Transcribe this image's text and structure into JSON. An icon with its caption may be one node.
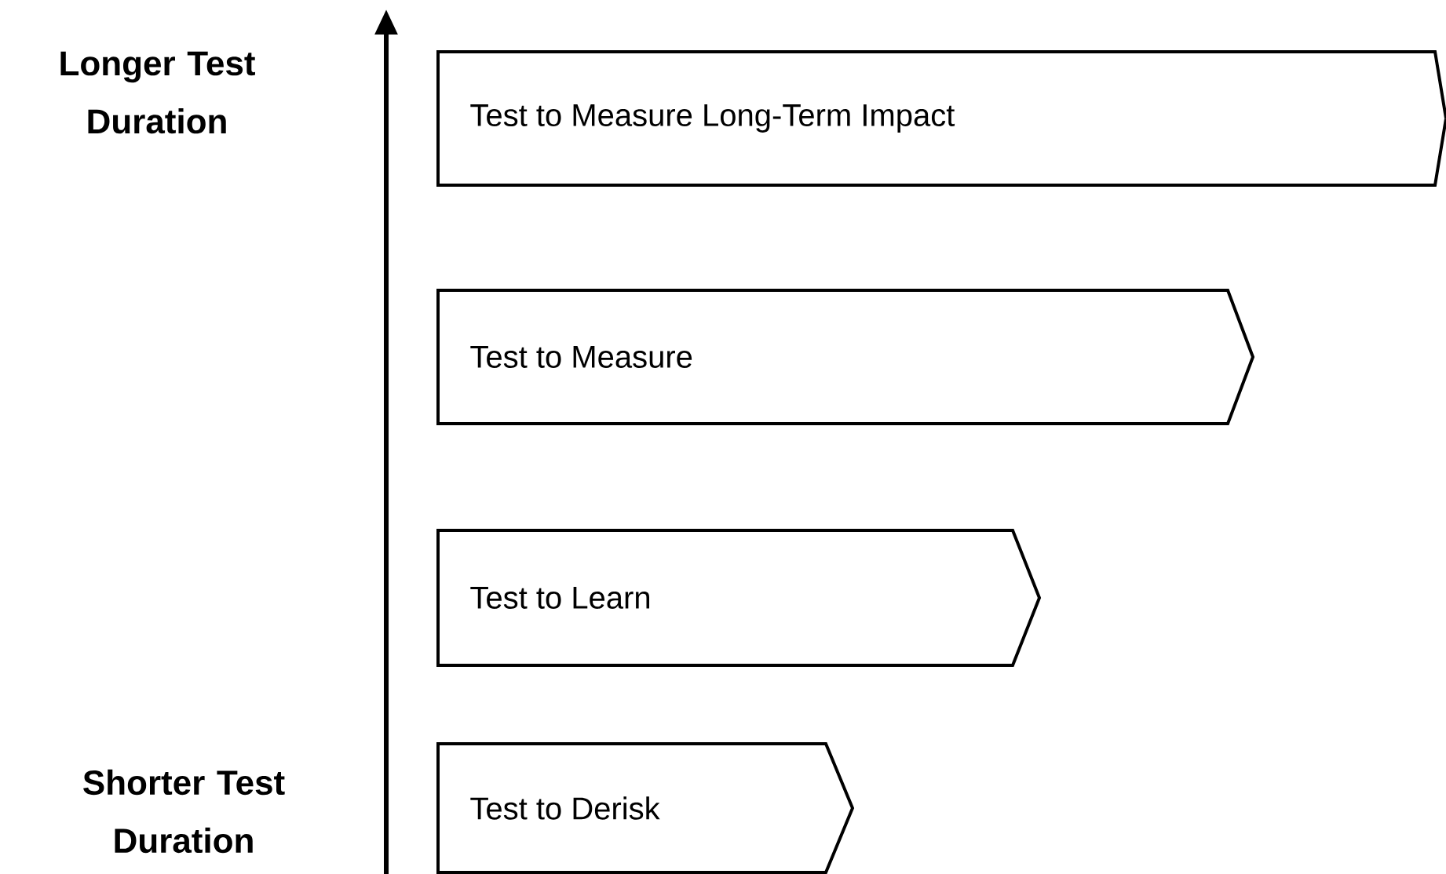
{
  "diagram": {
    "nodes": [
      {
        "text": [
          "Test to Measure Long-Term Impact"
        ]
      },
      {
        "text": [
          "Test to Measure"
        ]
      },
      {
        "text": [
          "Test to Learn"
        ]
      },
      {
        "text": [
          "Test to Derisk"
        ]
      }
    ],
    "labels": [
      "Longer Test Duration",
      "Shorter Test Duration"
    ]
  }
}
